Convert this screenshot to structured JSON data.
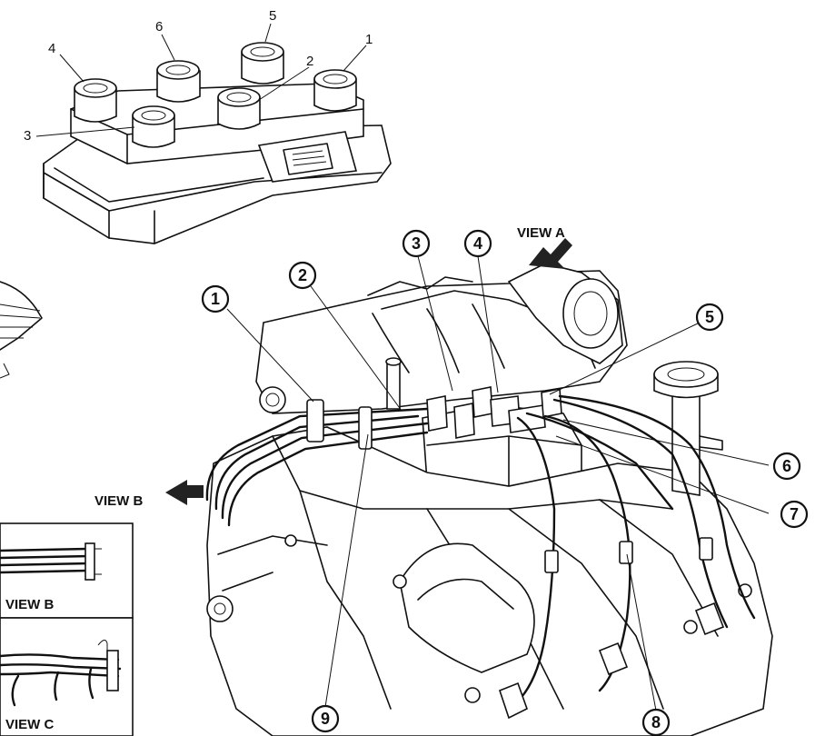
{
  "coil_pack": {
    "callouts": [
      "1",
      "2",
      "3",
      "4",
      "5",
      "6"
    ]
  },
  "engine": {
    "callouts": [
      "1",
      "2",
      "3",
      "4",
      "5",
      "6",
      "7",
      "8",
      "9"
    ]
  },
  "views": {
    "view_a": "VIEW A",
    "view_b_pointer": "VIEW B",
    "view_b_inset": "VIEW B",
    "view_c_inset": "VIEW C"
  }
}
